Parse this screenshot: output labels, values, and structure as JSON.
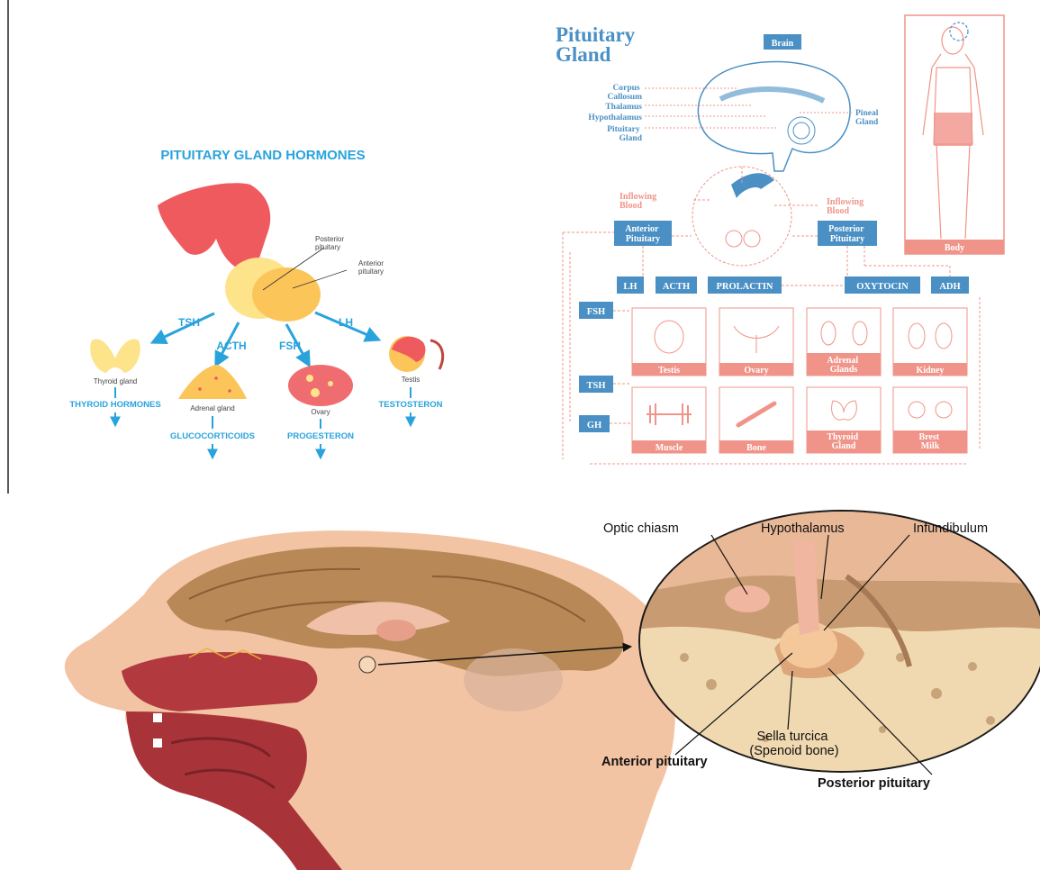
{
  "hormones_panel": {
    "title": "PITUITARY GLAND HORMONES",
    "posterior_label": "Posterior\npituitary",
    "anterior_label": "Anterior\npituitary",
    "arrows": {
      "tsh": "TSH",
      "acth": "ACTH",
      "fsh": "FSH",
      "lh": "LH"
    },
    "organs": {
      "thyroid": "Thyroid gland",
      "adrenal": "Adrenal gland",
      "ovary": "Ovary",
      "testis": "Testis"
    },
    "outputs": {
      "thyroid": "THYROID HORMONES",
      "adrenal": "GLUCOCORTICOIDS",
      "ovary": "PROGESTERON",
      "testis": "TESTOSTERON"
    },
    "colors": {
      "accent_blue": "#29a3dc",
      "red": "#ef5a5f",
      "yellow": "#fcd868"
    }
  },
  "pathway_panel": {
    "title_line1": "Pituitary",
    "title_line2": "Gland",
    "brain_box": "Brain",
    "body_box": "Body",
    "brain_labels": {
      "corpus_line1": "Corpus",
      "corpus_line2": "Callosum",
      "thalamus": "Thalamus",
      "hypothalamus": "Hypothalamus",
      "pituitary_line1": "Pituitary",
      "pituitary_line2": "Gland",
      "pineal_line1": "Pineal",
      "pineal_line2": "Gland"
    },
    "inflowing_left_line1": "Inflowing",
    "inflowing_left_line2": "Blood",
    "inflowing_right_line1": "Inflowing",
    "inflowing_right_line2": "Blood",
    "anterior_line1": "Anterior",
    "anterior_line2": "Pituitary",
    "posterior_line1": "Posterior",
    "posterior_line2": "Pituitary",
    "hormones": {
      "lh": "LH",
      "acth": "ACTH",
      "prolactin": "PROLACTIN",
      "oxytocin": "OXYTOCIN",
      "adh": "ADH",
      "fsh": "FSH",
      "tsh": "TSH",
      "gh": "GH"
    },
    "targets": {
      "testis": "Testis",
      "ovary": "Ovary",
      "adrenal_line1": "Adrenal",
      "adrenal_line2": "Glands",
      "kidney": "Kidney",
      "muscle": "Muscle",
      "bone": "Bone",
      "thyroid_line1": "Thyroid",
      "thyroid_line2": "Gland",
      "milk_line1": "Brest",
      "milk_line2": "Milk"
    },
    "colors": {
      "blue": "#4a90c4",
      "salmon": "#f0948a"
    }
  },
  "anatomy_panel": {
    "optic_chiasm": "Optic chiasm",
    "hypothalamus": "Hypothalamus",
    "infundibulum": "Infundibulum",
    "sella_line1": "Sella turcica",
    "sella_line2": "(Spenoid bone)",
    "anterior_pituitary": "Anterior pituitary",
    "posterior_pituitary": "Posterior pituitary"
  }
}
